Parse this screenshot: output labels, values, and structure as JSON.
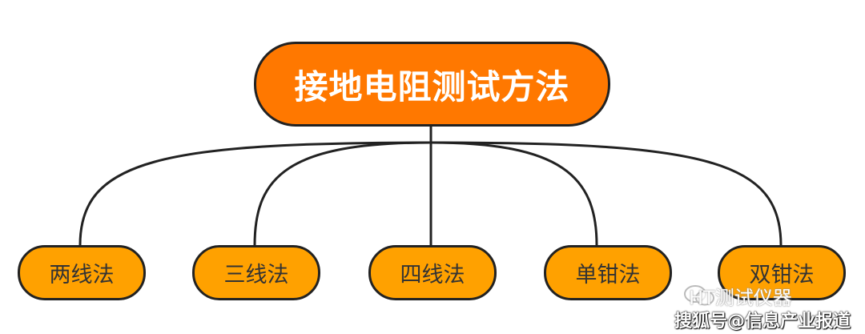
{
  "root": {
    "label": "接地电阻测试方法"
  },
  "children": [
    {
      "label": "两线法"
    },
    {
      "label": "三线法"
    },
    {
      "label": "四线法"
    },
    {
      "label": "单钳法"
    },
    {
      "label": "双钳法"
    }
  ],
  "watermark": {
    "line1": "HT测试仪器",
    "line2": "搜狐号@信息产业报道",
    "icon": "wechat-icon"
  },
  "colors": {
    "root": "#ff7800",
    "child": "#ffa100",
    "line": "#222222"
  }
}
